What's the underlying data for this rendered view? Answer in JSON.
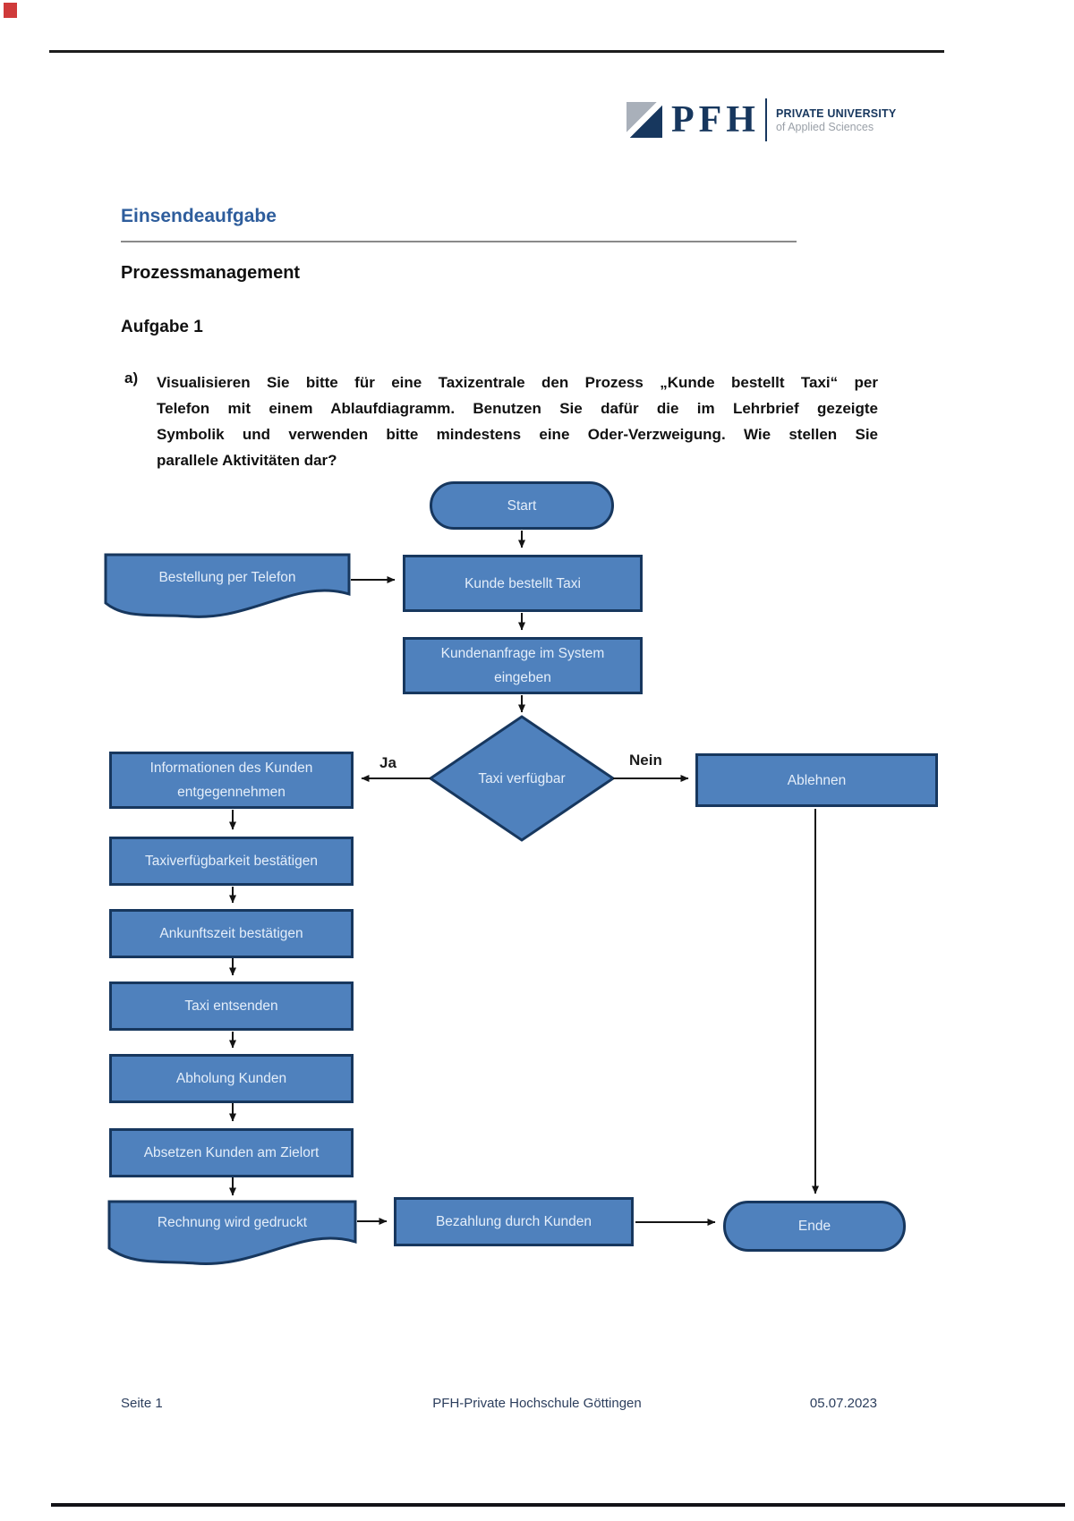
{
  "logo": {
    "brand": "PFH",
    "tagline_line1": "PRIVATE UNIVERSITY",
    "tagline_line2": "of Applied Sciences"
  },
  "headings": {
    "title": "Einsendeaufgabe",
    "subtitle": "Prozessmanagement",
    "task": "Aufgabe 1"
  },
  "task_a": {
    "label": "a)",
    "lines": [
      "Visualisieren Sie bitte für eine Taxizentrale den Prozess „Kunde bestellt Taxi“ per",
      "Telefon mit einem Ablaufdiagramm. Benutzen Sie dafür die im Lehrbrief gezeigte",
      "Symbolik und verwenden bitte mindestens eine Oder-Verzweigung. Wie stellen Sie",
      "parallele Aktivitäten dar?"
    ]
  },
  "flowchart": {
    "start": "Start",
    "doc_bestellung": "Bestellung per Telefon",
    "kunde_bestellt": "Kunde bestellt Taxi",
    "kundenanfrage": "Kundenanfrage im System eingeben",
    "decision": "Taxi verfügbar",
    "ja": "Ja",
    "nein": "Nein",
    "informationen": "Informationen des Kunden entgegennehmen",
    "taxiverfuegbarkeit": "Taxiverfügbarkeit bestätigen",
    "ankunftszeit": "Ankunftszeit bestätigen",
    "taxi_entsenden": "Taxi entsenden",
    "abholung": "Abholung Kunden",
    "absetzen": "Absetzen Kunden am Zielort",
    "rechnung": "Rechnung wird gedruckt",
    "ablehnen": "Ablehnen",
    "bezahlung": "Bezahlung durch Kunden",
    "ende": "Ende",
    "colors": {
      "node_fill": "#4f81bd",
      "node_border": "#17375e",
      "arrow": "#1a1a1a",
      "node_text": "#e4eefa"
    }
  },
  "footer": {
    "page": "Seite 1",
    "institution": "PFH-Private Hochschule Göttingen",
    "date": "05.07.2023"
  }
}
